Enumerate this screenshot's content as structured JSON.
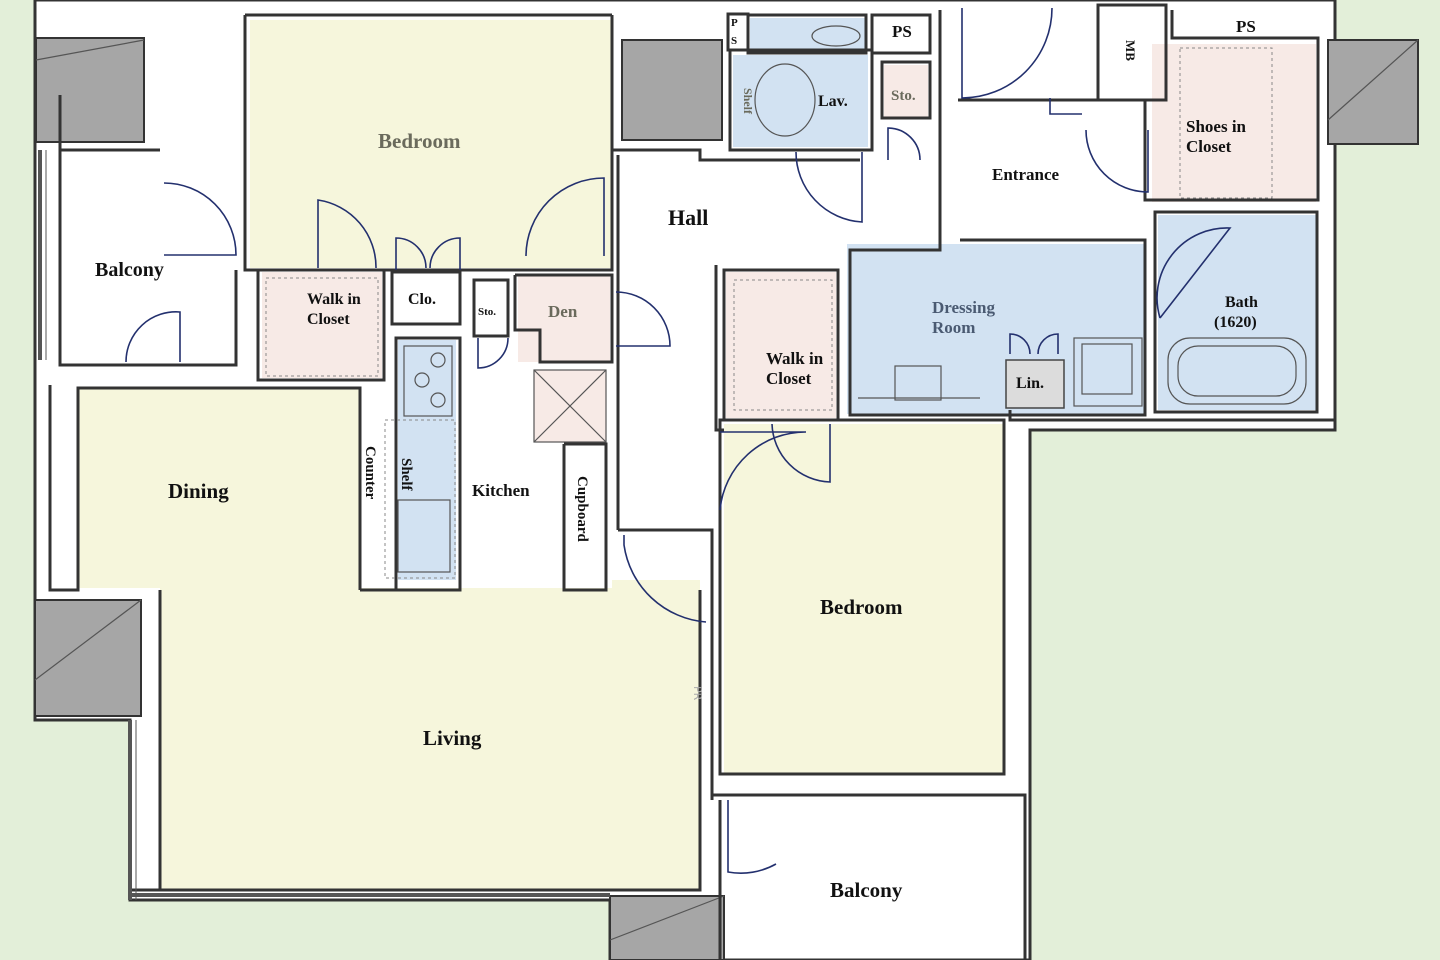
{
  "plan": {
    "rooms": {
      "bedroom_top": "Bedroom",
      "balcony_left": "Balcony",
      "walkin_left_1": "Walk in",
      "walkin_left_2": "Closet",
      "clo": "Clo.",
      "sto_small": "Sto.",
      "den": "Den",
      "hall": "Hall",
      "ps_top_left_1": "P",
      "ps_top_left_2": "S",
      "ps_top_mid": "PS",
      "lav": "Lav.",
      "shelf_lav": "Shelf",
      "sto_lav": "Sto.",
      "entrance": "Entrance",
      "mb": "MB",
      "ps_top_right": "PS",
      "shoes_1": "Shoes in",
      "shoes_2": "Closet",
      "dressing_1": "Dressing",
      "dressing_2": "Room",
      "lin": "Lin.",
      "bath_1": "Bath",
      "bath_2": "(1620)",
      "walkin_right_1": "Walk in",
      "walkin_right_2": "Closet",
      "dining": "Dining",
      "counter": "Counter",
      "shelf_kitchen": "Shelf",
      "kitchen": "Kitchen",
      "cupboard": "Cupboard",
      "bedroom_right": "Bedroom",
      "pr": "PR",
      "living": "Living",
      "balcony_bottom": "Balcony"
    },
    "colors": {
      "background": "#e3efd9",
      "bedroom_fill": "#f6f6dc",
      "closet_fill": "#f7eae6",
      "wet_fill": "#d2e2f2",
      "column_fill": "#a6a6a6"
    }
  }
}
